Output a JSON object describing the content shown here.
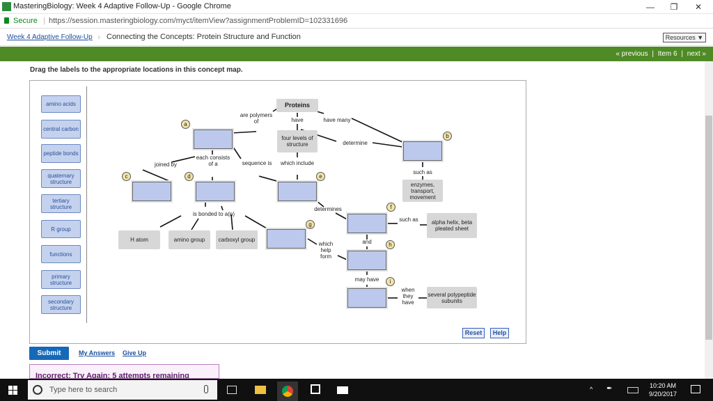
{
  "browser": {
    "title": "MasteringBiology: Week 4 Adaptive Follow-Up - Google Chrome",
    "secure_label": "Secure",
    "url": "https://session.masteringbiology.com/myct/itemView?assignmentProblemID=102331696"
  },
  "nav": {
    "breadcrumb_link": "Week 4 Adaptive Follow-Up",
    "breadcrumb_current": "Connecting the Concepts: Protein Structure and Function",
    "resources": "Resources ▼",
    "previous": "« previous",
    "item": "Item 6",
    "next": "next »"
  },
  "instructions": "Drag the labels to the appropriate locations in this concept map.",
  "labels": [
    "amino acids",
    "central carbon",
    "peptide bonds",
    "quaternary structure",
    "tertiary structure",
    "R group",
    "functions",
    "primary structure",
    "secondary structure"
  ],
  "nodes": {
    "proteins": "Proteins",
    "four_levels": "four levels of structure",
    "enzymes": "enzymes, transport, movement",
    "alpha_helix": "alpha helix, beta pleated sheet",
    "h_atom": "H atom",
    "amino_group": "amino group",
    "carboxyl_group": "carboxyl group",
    "several_polypeptide": "several polypeptide subunits"
  },
  "linkers": {
    "are_polymers_of": "are polymers of",
    "have": "have",
    "have_many": "have many",
    "determine": "determine",
    "joined_by": "joined by",
    "each_consists": "each consists of a",
    "sequence_is": "sequence is",
    "which_include": "which include",
    "such_as_1": "such as",
    "is_bonded": "is bonded to a(n)",
    "determines": "determines",
    "such_as_2": "such as",
    "and": "and",
    "which_help_form": "which help form",
    "may_have": "may have",
    "when_they_have": "when they have"
  },
  "badges": [
    "a",
    "b",
    "c",
    "d",
    "e",
    "f",
    "g",
    "h",
    "i"
  ],
  "buttons": {
    "reset": "Reset",
    "help": "Help",
    "submit": "Submit",
    "my_answers": "My Answers",
    "give_up": "Give Up"
  },
  "feedback": "Incorrect; Try Again; 5 attempts remaining",
  "taskbar": {
    "search_placeholder": "Type here to search",
    "time": "10:20 AM",
    "date": "9/20/2017"
  }
}
